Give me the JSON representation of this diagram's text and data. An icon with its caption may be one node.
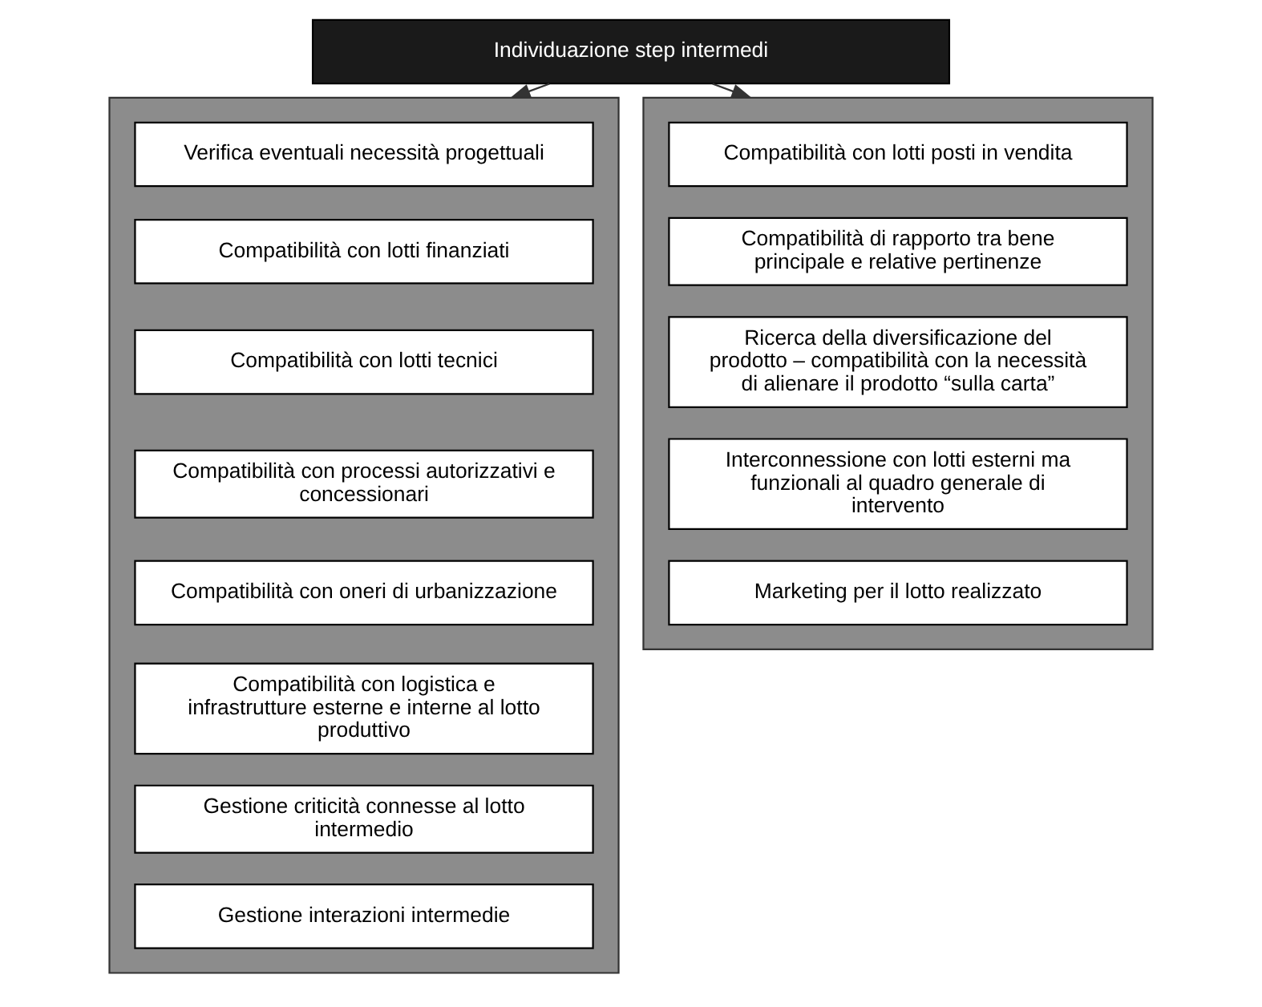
{
  "diagram": {
    "nodes": [
      {
        "text": [
          "Individuazione step intermedi"
        ]
      },
      {
        "text": [],
        "shape": "box"
      },
      {
        "text": [
          "Verifica eventuali necessità progettuali"
        ],
        "in": 1
      },
      {
        "text": [
          "Compatibilità con lotti finanziati"
        ],
        "in": 1
      },
      {
        "text": [
          "Compatibilità con lotti tecnici"
        ],
        "in": 1
      },
      {
        "text": [
          "Compatibilità con processi autorizzativi e concessionari"
        ],
        "in": 1
      },
      {
        "text": [
          "Compatibilità con oneri di urbanizzazione"
        ],
        "in": 1
      },
      {
        "text": [
          "Compatibilità con logistica e infrastrutture esterne e interne al lotto produttivo"
        ],
        "in": 1
      },
      {
        "text": [
          "Gestione criticità connesse al lotto intermedio"
        ],
        "in": 1
      },
      {
        "text": [
          "Gestione interazioni intermedie"
        ],
        "in": 1
      },
      {
        "text": [],
        "shape": "box"
      },
      {
        "text": [
          "Compatibilità con lotti posti in vendita"
        ],
        "in": 10
      },
      {
        "text": [
          "Compatibilità di rapporto tra bene principale e relative pertinenze"
        ],
        "in": 10
      },
      {
        "text": [
          "Ricerca della diversificazione del prodotto – compatibilità con la necessità di alienare il prodotto “sulla carta”"
        ],
        "in": 10
      },
      {
        "text": [
          "Interconnessione con lotti esterni ma funzionali al quadro generale di intervento"
        ],
        "in": 10
      },
      {
        "text": [
          "Marketing per il lotto realizzato"
        ],
        "in": 10
      }
    ],
    "edges": [
      {
        "from": 0,
        "to": 1,
        "arrow": "to"
      },
      {
        "from": 0,
        "to": 10,
        "arrow": "to"
      }
    ]
  }
}
